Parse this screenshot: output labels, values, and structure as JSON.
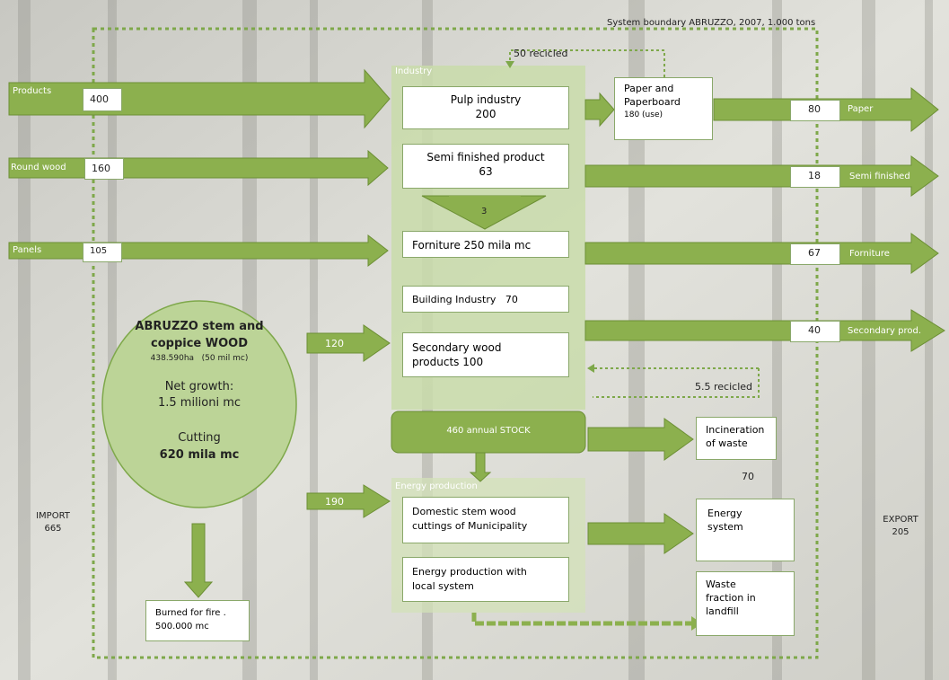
{
  "diagram": {
    "title": "System boundary ABRUZZO, 2007, 1.000 tons",
    "industry_label": "Industry",
    "energy_label": "Energy production",
    "import": {
      "label": "IMPORT",
      "value": "665"
    },
    "export": {
      "label": "EXPORT",
      "value": "205"
    },
    "recycle_top": "50 recicled",
    "recycle_mid": "5.5 recicled",
    "inputs": [
      {
        "label": "Products",
        "value": "400"
      },
      {
        "label": "Round wood",
        "value": "160"
      },
      {
        "label": "Panels",
        "value": "105"
      }
    ],
    "industry_boxes": {
      "pulp_line1": "Pulp industry",
      "pulp_line2": "200",
      "semi_line1": "Semi finished product",
      "semi_line2": "63",
      "down_value": "3",
      "forniture": "Forniture 250 mila mc",
      "building": "Building Industry   70",
      "secondary_line1": "Secondary wood",
      "secondary_line2": "products 100"
    },
    "paper_box": {
      "line1": "Paper and",
      "line2": "Paperboard",
      "line3": "180 (use)"
    },
    "outputs": [
      {
        "label": "Paper",
        "value": "80"
      },
      {
        "label": "Semi finished",
        "value": "18"
      },
      {
        "label": "Forniture",
        "value": "67"
      },
      {
        "label": "Secondary prod.",
        "value": "40"
      }
    ],
    "forest": {
      "line1": "ABRUZZO stem and",
      "line2": "coppice WOOD",
      "line3": "438.590ha   (50 mil mc)",
      "line4": "Net growth:",
      "line5": "1.5 milioni mc",
      "line6": "Cutting",
      "line7": "620 mila mc"
    },
    "forest_to_industry": "120",
    "forest_to_energy": "190",
    "stock": "460 annual STOCK",
    "incineration": {
      "line1": "Incineration",
      "line2": "of waste",
      "value": "70"
    },
    "energy_boxes": {
      "domestic_line1": "Domestic stem wood",
      "domestic_line2": "cuttings of Municipality",
      "local_line1": "Energy production with",
      "local_line2": "local system"
    },
    "energy_system": {
      "line1": "Energy",
      "line2": "system"
    },
    "waste": {
      "line1": "Waste",
      "line2": "fraction in",
      "line3": "landfill"
    },
    "burned": {
      "line1": "Burned for fire .",
      "line2": "500.000 mc"
    }
  },
  "colors": {
    "arrow_fill": "#8cb04e",
    "arrow_light": "#b5cf85",
    "industry_panel": "#c9dcaa",
    "forest_fill": "#bcd497",
    "dashed_border": "#7ea84a"
  }
}
